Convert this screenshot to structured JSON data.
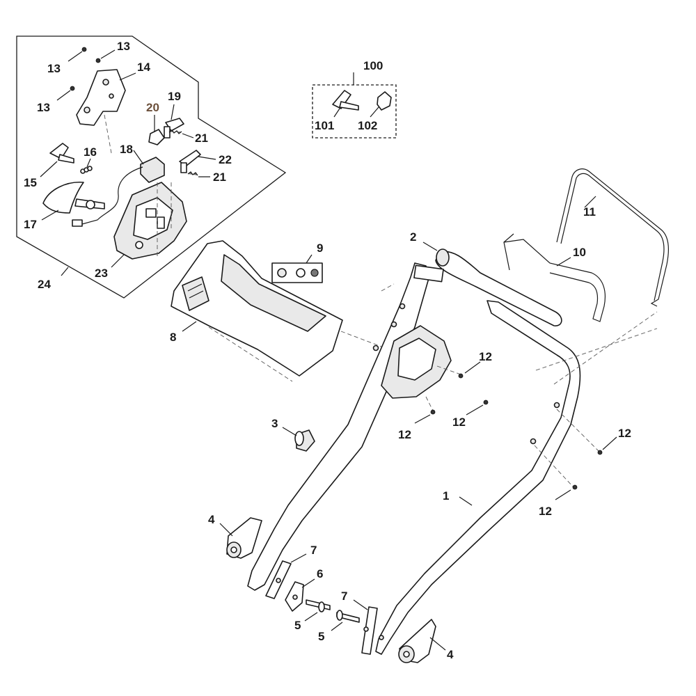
{
  "colors": {
    "ink": "#1a1a1a",
    "callout_20": "#6b4f3a",
    "fill_grey": "#e9e9e9"
  },
  "callouts": {
    "c1": "1",
    "c2": "2",
    "c3": "3",
    "c4a": "4",
    "c4b": "4",
    "c5a": "5",
    "c5b": "5",
    "c6": "6",
    "c7a": "7",
    "c7b": "7",
    "c8": "8",
    "c9": "9",
    "c10": "10",
    "c11": "11",
    "c12a": "12",
    "c12b": "12",
    "c12c": "12",
    "c12d": "12",
    "c12e": "12",
    "c13a": "13",
    "c13b": "13",
    "c13c": "13",
    "c14": "14",
    "c15": "15",
    "c16": "16",
    "c17": "17",
    "c18": "18",
    "c19": "19",
    "c20": "20",
    "c21a": "21",
    "c21b": "21",
    "c22": "22",
    "c23": "23",
    "c24": "24",
    "c100": "100",
    "c101": "101",
    "c102": "102"
  },
  "icons": {
    "handle_lower": "lower-handle-icon",
    "handle_upper": "upper-handle-icon",
    "grip": "grip-icon",
    "control_box": "control-box-icon",
    "cover": "control-cover-icon",
    "brake_bar": "brake-bar-icon",
    "drive_lever": "drive-lever-icon",
    "label_kit": "sticker-kit-icon"
  }
}
